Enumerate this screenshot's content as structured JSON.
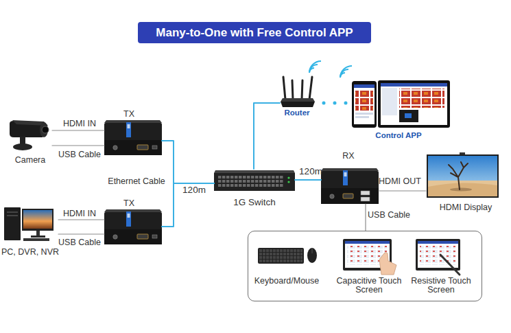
{
  "diagram": {
    "title": "Many-to-One with Free Control APP",
    "nodes": [
      {
        "text": [
          "Camera"
        ]
      },
      {
        "text": [
          "TX"
        ]
      },
      {
        "text": [
          "PC, DVR, NVR"
        ]
      },
      {
        "text": [
          "TX"
        ]
      },
      {
        "text": [
          "1G Switch"
        ]
      },
      {
        "text": [
          "Router"
        ]
      },
      {
        "text": [
          "Control APP"
        ]
      },
      {
        "text": [
          "RX"
        ]
      },
      {
        "text": [
          "HDMI Display"
        ]
      },
      {
        "text": []
      },
      {
        "text": [
          "Keyboard/Mouse"
        ],
        "in": 9
      },
      {
        "text": [
          "Capacitive Touch Screen"
        ],
        "in": 9
      },
      {
        "text": [
          "Resistive Touch Screen"
        ],
        "in": 9
      }
    ],
    "edges": [
      {
        "from": 0,
        "to": 1,
        "label": "HDMI IN",
        "arrow": "none"
      },
      {
        "from": 0,
        "to": 1,
        "label": "USB Cable",
        "arrow": "none"
      },
      {
        "from": 2,
        "to": 3,
        "label": "HDMI IN",
        "arrow": "none"
      },
      {
        "from": 2,
        "to": 3,
        "label": "USB Cable",
        "arrow": "none"
      },
      {
        "from": 1,
        "to": 4,
        "arrow": "none"
      },
      {
        "from": 3,
        "to": 4,
        "arrow": "none"
      },
      {
        "from": 4,
        "to": 5,
        "arrow": "none"
      },
      {
        "from": 5,
        "to": 6,
        "arrow": "none"
      },
      {
        "from": 4,
        "to": 7,
        "label": "120m",
        "arrow": "none"
      },
      {
        "from": 7,
        "to": 8,
        "label": "HDMI OUT",
        "arrow": "none"
      },
      {
        "from": 7,
        "to": 9,
        "label": "USB Cable",
        "arrow": "none"
      }
    ],
    "labels": [
      "Ethernet Cable",
      "120m"
    ]
  }
}
